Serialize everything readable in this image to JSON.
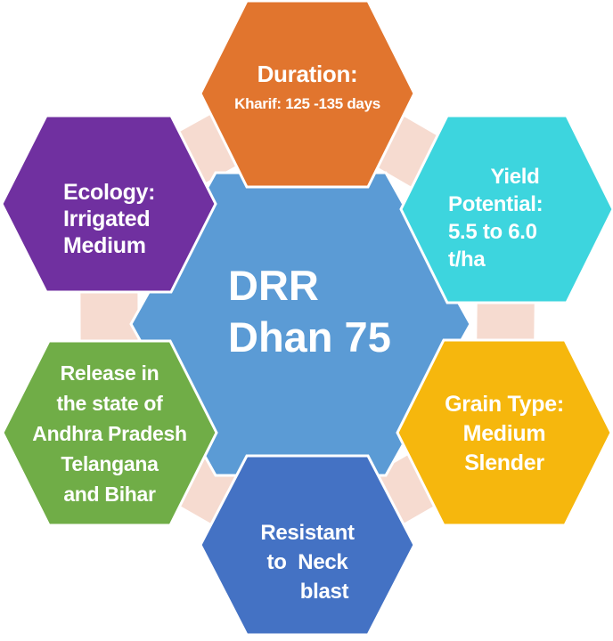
{
  "diagram_title": "DRR Dhan 75 rice variety hexagon infographic",
  "ring": {
    "color": "#F6DBD0"
  },
  "center": {
    "color": "#5B9BD5",
    "lines": [
      "DRR",
      "Dhan 75"
    ]
  },
  "hex_duration": {
    "color": "#E1752E",
    "lines": [
      "Duration:",
      "Kharif: 125 -135 days"
    ]
  },
  "hex_yield": {
    "color": "#3DD5DE",
    "lines": [
      "Yield",
      "Potential:",
      "5.5 to 6.0",
      "t/ha"
    ]
  },
  "hex_grain": {
    "color": "#F6B70D",
    "lines": [
      "Grain Type:",
      "Medium",
      "Slender"
    ]
  },
  "hex_blast": {
    "color": "#4472C4",
    "lines": [
      "Resistant",
      "to  Neck",
      "blast"
    ]
  },
  "hex_release": {
    "color": "#70AD47",
    "lines": [
      "Release in",
      "the state of",
      "Andhra Pradesh",
      "Telangana",
      "and Bihar"
    ]
  },
  "hex_ecology": {
    "color": "#7030A0",
    "lines": [
      "Ecology:",
      "Irrigated",
      "Medium"
    ]
  },
  "text_color": "#FFFFFF",
  "background_color": "#FFFFFF"
}
